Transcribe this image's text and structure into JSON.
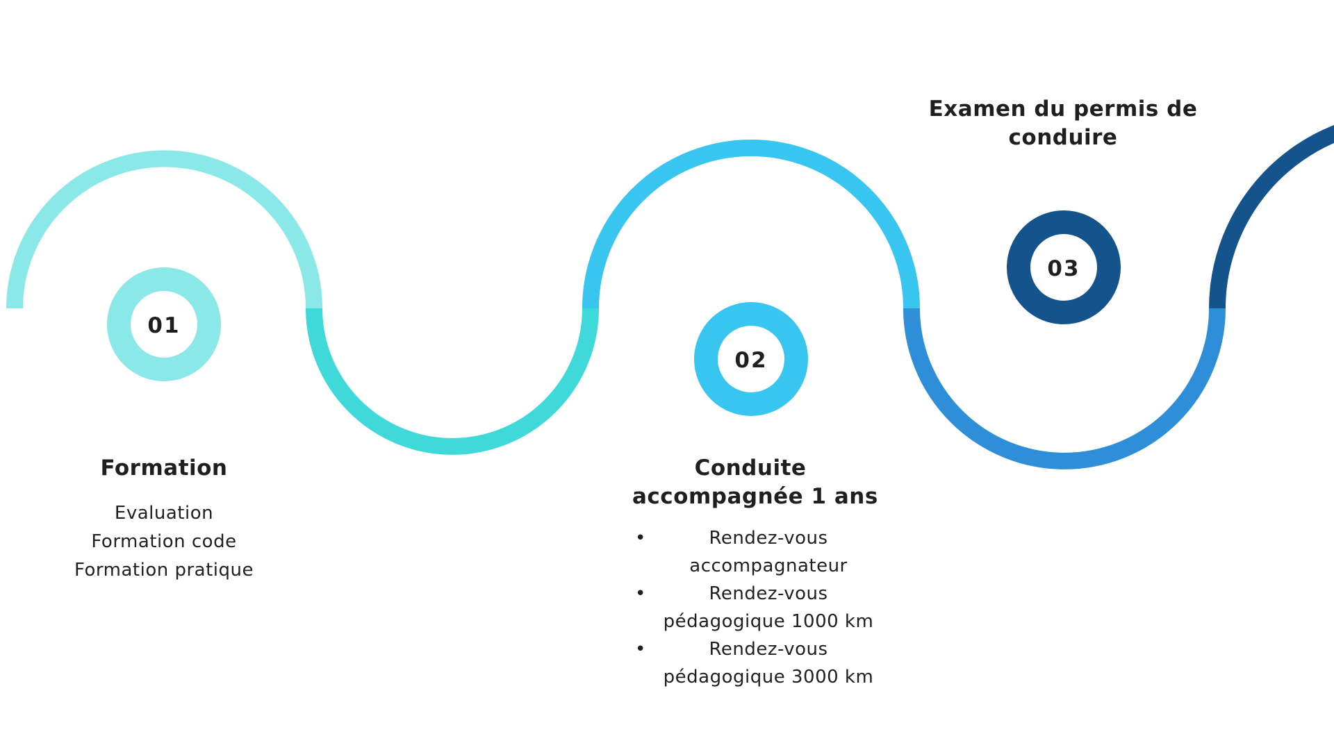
{
  "steps": [
    {
      "number": "01",
      "title": "Formation",
      "lines": [
        "Evaluation",
        "Formation code",
        "Formation pratique"
      ],
      "color": "#8ae8e8"
    },
    {
      "number": "02",
      "title_lines": [
        "Conduite",
        "accompagnée 1 ans"
      ],
      "bullets": [
        "Rendez-vous accompagnateur",
        "Rendez-vous pédagogique 1000 km",
        "Rendez-vous pédagogique 3000 km"
      ],
      "color": "#38c6f0"
    },
    {
      "number": "03",
      "title": "Examen du permis de conduire",
      "color": "#14538c"
    }
  ],
  "colors": {
    "arc1": "#8ae8e8",
    "arc2": "#3fd9d9",
    "arc3": "#38c6f0",
    "arc4": "#2e8fd8",
    "arc5": "#14538c",
    "text": "#1f1f1f"
  }
}
